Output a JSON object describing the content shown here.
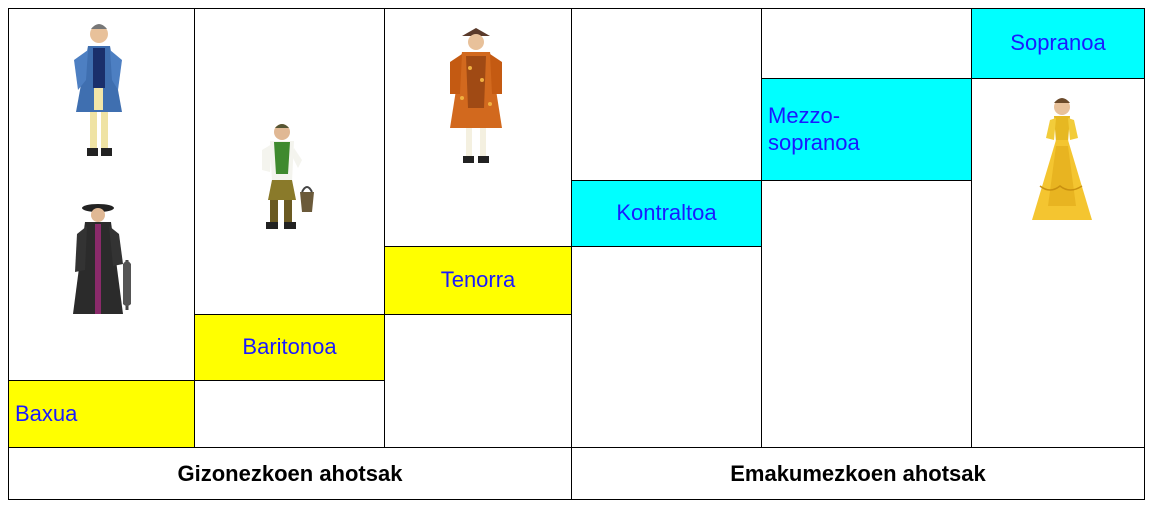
{
  "voices": {
    "bass": "Baxua",
    "baritone": "Baritonoa",
    "tenor": "Tenorra",
    "contralto": "Kontraltoa",
    "mezzo": "Mezzo-\nsopranoa",
    "soprano": "Sopranoa"
  },
  "footer": {
    "male": "Gizonezkoen ahotsak",
    "female": "Emakumezkoen ahotsak"
  },
  "colors": {
    "male_voice_bg": "#ffff00",
    "female_voice_bg": "#00ffff",
    "voice_text": "#1a1aff"
  },
  "figures": {
    "bass_top": "man-blue-coat-icon",
    "bass_bottom": "priest-with-umbrella-icon",
    "baritone": "man-with-basket-icon",
    "tenor": "nobleman-orange-coat-icon",
    "soprano": "lady-yellow-gown-icon"
  }
}
